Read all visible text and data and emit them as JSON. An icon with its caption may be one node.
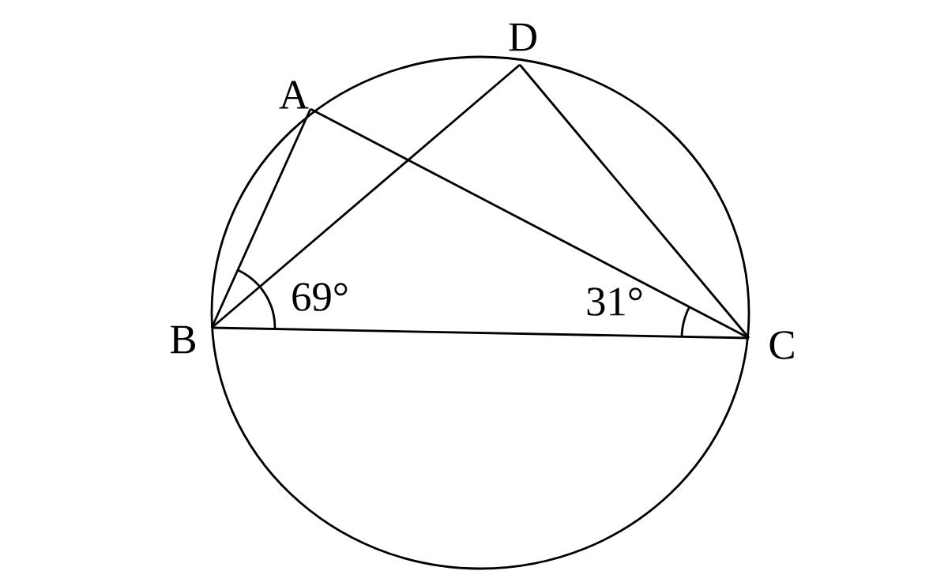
{
  "diagram": {
    "nodes": [
      {
        "text": [
          "A"
        ]
      },
      {
        "text": [
          "B"
        ]
      },
      {
        "text": [
          "C"
        ]
      },
      {
        "text": [
          "D"
        ]
      }
    ],
    "edges": [
      {
        "from": 1,
        "to": 0,
        "arrow": "none"
      },
      {
        "from": 0,
        "to": 2,
        "arrow": "none"
      },
      {
        "from": 1,
        "to": 3,
        "arrow": "none"
      },
      {
        "from": 3,
        "to": 2,
        "arrow": "none"
      },
      {
        "from": 1,
        "to": 2,
        "arrow": "none"
      }
    ],
    "labels": [
      "69°",
      "31°"
    ]
  }
}
